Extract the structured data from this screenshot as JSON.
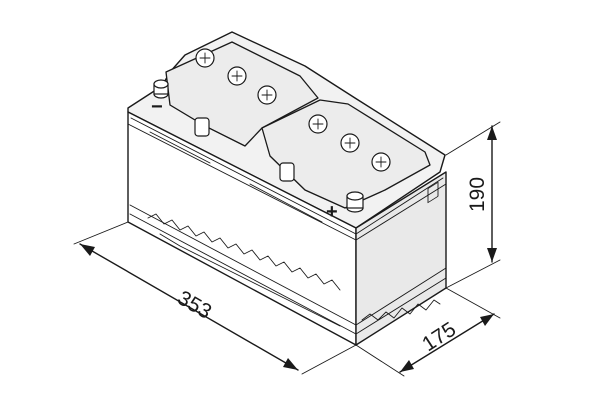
{
  "diagram": {
    "dimensions": {
      "length": "353",
      "width": "175",
      "height": "190"
    },
    "terminals": {
      "positive": "+",
      "negative": "−"
    }
  }
}
